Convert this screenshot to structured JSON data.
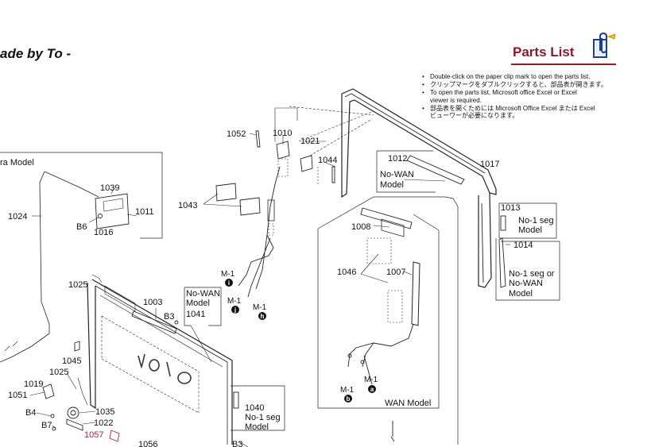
{
  "header": {
    "left_text": "ade by To -",
    "parts_title": "Parts List"
  },
  "icons": {
    "clip": "paperclip-icon"
  },
  "notes": [
    [
      "Double-click on the paper clip mark to open the parts list."
    ],
    [
      "クリップマークをダブルクリックすると、部品表が開きます。"
    ],
    [
      "To open the parts list, Microsoft office Excel or Excel",
      "viewer is required."
    ],
    [
      "部品表を開くためには Microsoft Office Excel または Excel",
      "ビューワーが必要になります。"
    ]
  ],
  "parts": {
    "p1052": "1052",
    "p1010": "1010",
    "p1021": "1021",
    "p1044": "1044",
    "p1043": "1043",
    "p1012": "1012",
    "p1017": "1017",
    "p1013": "1013",
    "p1014": "1014",
    "p1008": "1008",
    "p1046": "1046",
    "p1007": "1007",
    "p1039": "1039",
    "p1024": "1024",
    "p1011": "1011",
    "p1016": "1016",
    "b6": "B6",
    "p1025a": "1025",
    "p1003": "1003",
    "b3a": "B3",
    "p1041": "1041",
    "p1045": "1045",
    "p1019": "1019",
    "p1025b": "1025",
    "p1051": "1051",
    "b4": "B4",
    "p1035": "1035",
    "p1022": "1022",
    "b7": "B7",
    "p1057": "1057",
    "p1056": "1056",
    "p1040": "1040",
    "b3b": "B3"
  },
  "models": {
    "camera": "ra Model",
    "nowan_top_1": "No-WAN",
    "nowan_top_2": "Model",
    "noseg_1": "No-1 seg",
    "noseg_2": "Model",
    "noseg_or_nowan_1": "No-1 seg or",
    "noseg_or_nowan_2": "No-WAN",
    "noseg_or_nowan_3": "Model",
    "nowan_mid_1": "No-WAN",
    "nowan_mid_2": "Model",
    "wan": "WAN Model",
    "noseg_bottom_1": "No-1 seg",
    "noseg_bottom_2": "Model"
  },
  "markers": {
    "m1": "M-1",
    "i": "i",
    "j": "j",
    "h": "h",
    "a": "a",
    "b": "b"
  },
  "colors": {
    "title": "#8b1a2b",
    "highlight_part": "#b0203a"
  }
}
